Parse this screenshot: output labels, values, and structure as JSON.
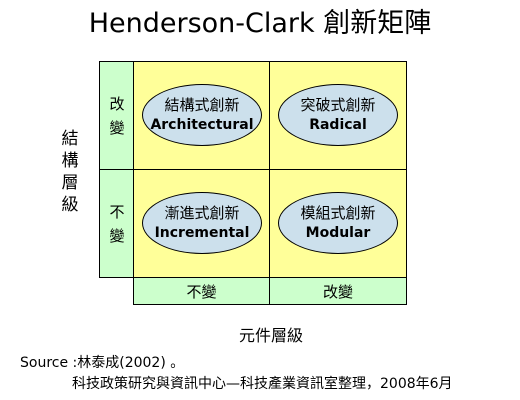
{
  "title": "Henderson-Clark 創新矩陣",
  "y_axis_label": "結構層級",
  "x_axis_label": "元件層級",
  "row_labels": {
    "top": "改變",
    "bottom": "不變"
  },
  "col_labels": {
    "left": "不變",
    "right": "改變"
  },
  "quadrants": {
    "top_left": {
      "zh": "結構式創新",
      "en": "Architectural"
    },
    "top_right": {
      "zh": "突破式創新",
      "en": "Radical"
    },
    "bottom_left": {
      "zh": "漸進式創新",
      "en": "Incremental"
    },
    "bottom_right": {
      "zh": "模組式創新",
      "en": "Modular"
    }
  },
  "source_line1": "Source :林泰成(2002) 。",
  "source_line2": "科技政策研究與資訊中心—科技產業資訊室整理，2008年6月",
  "colors": {
    "label_cells": "#ccffcc",
    "quadrant_cells": "#ffff99",
    "ellipse_fill": "#cce0ec"
  }
}
